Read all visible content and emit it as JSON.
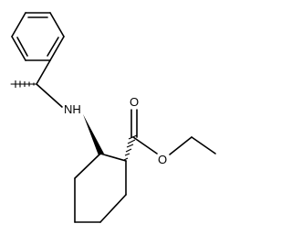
{
  "molecule": {
    "atoms": {
      "amine": "NH",
      "carbonyl_oxygen": "O",
      "ester_oxygen": "O"
    },
    "colors": {
      "bond": "#000000",
      "label": "#000000",
      "background": "#ffffff"
    }
  }
}
